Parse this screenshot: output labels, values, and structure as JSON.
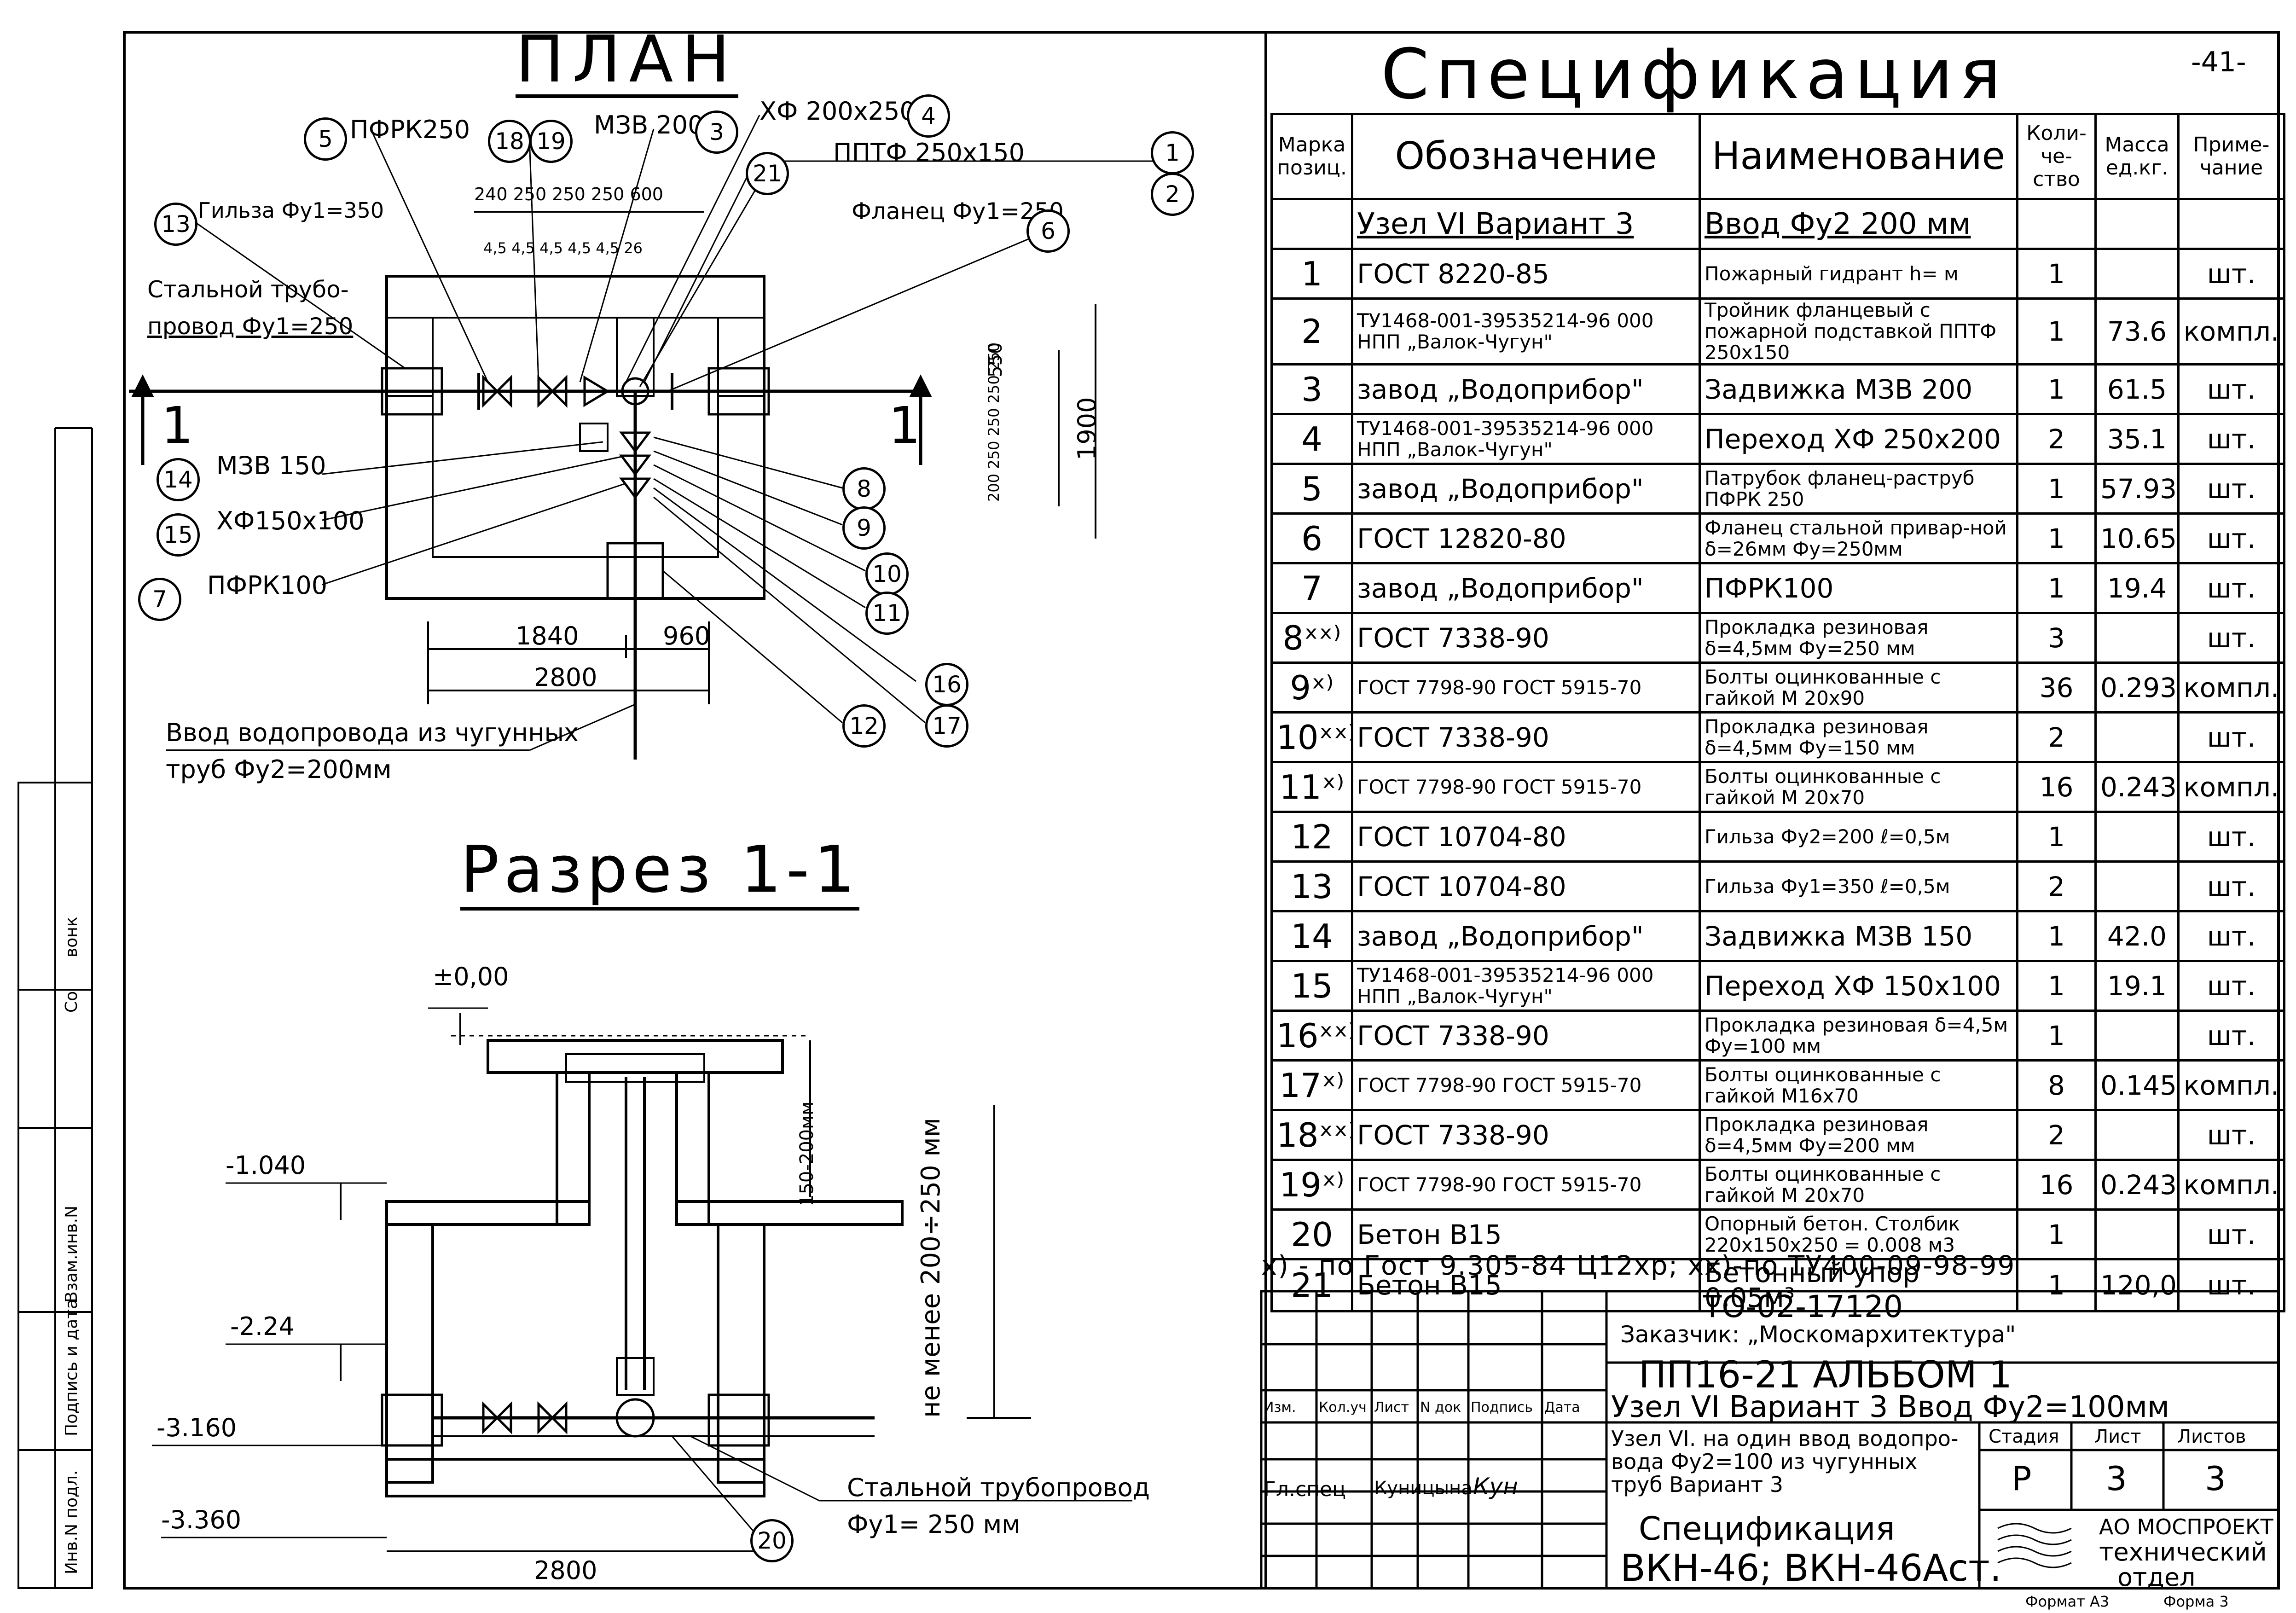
{
  "page_number": "-41-",
  "plan": {
    "title": "ПЛАН",
    "labels": {
      "pfrk250": "ПФРК250",
      "mzv200": "МЗВ 200",
      "hf200x250": "ХФ 200х250",
      "pptf": "ППТФ 250х150",
      "gilza": "Гильза Фу1=350",
      "flanec": "Фланец Фу1=250",
      "truba1": "Стальной трубо-",
      "truba2": "провод Фу1=250",
      "mzv150": "МЗВ 150",
      "hf150": "ХФ150х100",
      "pfrk100": "ПФРК100",
      "dims_top": "240 250 250 250 600",
      "dims_small": "4,5 4,5 4,5 4,5   4,5 26",
      "dim_1840": "1840",
      "dim_960": "960",
      "dim_2800": "2800",
      "dim_1900": "1900",
      "dim_550": "550",
      "dims_vert": "200 250 250 250 250",
      "vvod1": "Ввод водопровода из чугунных",
      "vvod2": "труб   Фу2=200мм",
      "section_mark": "1"
    }
  },
  "razrez": {
    "title": "Разрез 1-1",
    "labels": {
      "level0": "±0,00",
      "level1": "-1.040",
      "level2": "-2.24",
      "level3": "-3.160",
      "level4": "-3.360",
      "dim_150_200": "150-200мм",
      "ne_menee": "не менее 200÷250 мм",
      "dim_2800": "2800",
      "stal1": "Стальной трубопровод",
      "stal2": "Фу1= 250 мм"
    }
  },
  "spec": {
    "title": "Спецификация",
    "headers": {
      "marka": "Марка позиц.",
      "oboznach": "Обозначение",
      "naimen": "Наименование",
      "kol": "Коли-че-ство",
      "massa": "Масса ед.кг.",
      "prim": "Приме-чание"
    },
    "subheader": {
      "oboznach": "Узел VI  Вариант 3",
      "naimen": "Ввод Фу2 200 мм"
    },
    "rows": [
      {
        "pos": "1",
        "obozn": "ГОСТ 8220-85",
        "naim": "Пожарный гидрант h=     м",
        "kol": "1",
        "massa": "",
        "prim": "шт."
      },
      {
        "pos": "2",
        "obozn": "ТУ1468-001-39535214-96 000 НПП „Валок-Чугун\"",
        "naim": "Тройник фланцевый с пожарной подставкой ППТФ 250х150",
        "kol": "1",
        "massa": "73.6",
        "prim": "компл."
      },
      {
        "pos": "3",
        "obozn": "завод „Водоприбор\"",
        "naim": "Задвижка МЗВ 200",
        "kol": "1",
        "massa": "61.5",
        "prim": "шт."
      },
      {
        "pos": "4",
        "obozn": "ТУ1468-001-39535214-96 000 НПП „Валок-Чугун\"",
        "naim": "Переход ХФ 250х200",
        "kol": "2",
        "massa": "35.1",
        "prim": "шт."
      },
      {
        "pos": "5",
        "obozn": "завод „Водоприбор\"",
        "naim": "Патрубок фланец-раструб ПФРК 250",
        "kol": "1",
        "massa": "57.93",
        "prim": "шт."
      },
      {
        "pos": "6",
        "obozn": "ГОСТ 12820-80",
        "naim": "Фланец стальной привар-ной δ=26мм Фу=250мм",
        "kol": "1",
        "massa": "10.65",
        "prim": "шт."
      },
      {
        "pos": "7",
        "obozn": "завод „Водоприбор\"",
        "naim": "ПФРК100",
        "kol": "1",
        "massa": "19.4",
        "prim": "шт."
      },
      {
        "pos": "8ˣˣ⁾",
        "obozn": "ГОСТ 7338-90",
        "naim": "Прокладка резиновая δ=4,5мм  Фу=250 мм",
        "kol": "3",
        "massa": "",
        "prim": "шт."
      },
      {
        "pos": "9ˣ⁾",
        "obozn": "ГОСТ 7798-90 ГОСТ 5915-70",
        "naim": "Болты оцинкованные с гайкой  М 20х90",
        "kol": "36",
        "massa": "0.293",
        "prim": "компл."
      },
      {
        "pos": "10ˣˣ⁾",
        "obozn": "ГОСТ 7338-90",
        "naim": "Прокладка резиновая δ=4,5мм  Фу=150 мм",
        "kol": "2",
        "massa": "",
        "prim": "шт."
      },
      {
        "pos": "11ˣ⁾",
        "obozn": "ГОСТ 7798-90 ГОСТ 5915-70",
        "naim": "Болты оцинкованные с гайкой  М 20х70",
        "kol": "16",
        "massa": "0.243",
        "prim": "компл."
      },
      {
        "pos": "12",
        "obozn": "ГОСТ 10704-80",
        "naim": "Гильза Фу2=200  ℓ=0,5м",
        "kol": "1",
        "massa": "",
        "prim": "шт."
      },
      {
        "pos": "13",
        "obozn": "ГОСТ 10704-80",
        "naim": "Гильза Фу1=350  ℓ=0,5м",
        "kol": "2",
        "massa": "",
        "prim": "шт."
      },
      {
        "pos": "14",
        "obozn": "завод „Водоприбор\"",
        "naim": "Задвижка МЗВ 150",
        "kol": "1",
        "massa": "42.0",
        "prim": "шт."
      },
      {
        "pos": "15",
        "obozn": "ТУ1468-001-39535214-96 000 НПП „Валок-Чугун\"",
        "naim": "Переход ХФ 150х100",
        "kol": "1",
        "massa": "19.1",
        "prim": "шт."
      },
      {
        "pos": "16ˣˣ⁾",
        "obozn": "ГОСТ 7338-90",
        "naim": "Прокладка резиновая δ=4,5м   Фу=100 мм",
        "kol": "1",
        "massa": "",
        "prim": "шт."
      },
      {
        "pos": "17ˣ⁾",
        "obozn": "ГОСТ 7798-90 ГОСТ 5915-70",
        "naim": "Болты оцинкованные с гайкой  М16х70",
        "kol": "8",
        "massa": "0.145",
        "prim": "компл."
      },
      {
        "pos": "18ˣˣ⁾",
        "obozn": "ГОСТ 7338-90",
        "naim": "Прокладка резиновая δ=4,5мм  Фу=200 мм",
        "kol": "2",
        "massa": "",
        "prim": "шт."
      },
      {
        "pos": "19ˣ⁾",
        "obozn": "ГОСТ 7798-90 ГОСТ 5915-70",
        "naim": "Болты оцинкованные с гайкой  М 20х70",
        "kol": "16",
        "massa": "0.243",
        "prim": "компл."
      },
      {
        "pos": "20",
        "obozn": "Бетон  В15",
        "naim": "Опорный бетон. Столбик 220х150х250  = 0.008 м3",
        "kol": "1",
        "massa": "",
        "prim": "шт."
      },
      {
        "pos": "21",
        "obozn": "Бетон В15",
        "naim": "Бетонный упор 0,05м³",
        "kol": "1",
        "massa": "120,0",
        "prim": "шт."
      }
    ],
    "footnote": "х) - по Гост 9.305-84 Ц12хр;  хх)-по ТУ400-09-98-99"
  },
  "stamp": {
    "doc_code": "ТО-02-17120",
    "customer": "Заказчик: „Москомархитектура\"",
    "album": "ПП16-21   АЛЬБОМ 1",
    "node": "Узел VI  Вариант 3   Ввод Фу2=100мм",
    "desc": "Узел VI. на один ввод водопро-вода Фу2=100 из чугунных труб   Вариант 3",
    "stage_h": "Стадия",
    "sheet_h": "Лист",
    "sheets_h": "Листов",
    "stage": "Р",
    "sheet": "3",
    "sheets": "3",
    "cols": [
      "Изм.",
      "Кол.уч",
      "Лист",
      "N док",
      "Подпись",
      "Дата"
    ],
    "gl_spec": "Гл.спец",
    "author": "Куницына",
    "signature": "Кун",
    "spec_title": "Спецификация",
    "spec_code": "ВКН-46; ВКН-46Аст.",
    "org1": "АО МОСПРОЕКТ",
    "org2": "технический",
    "org3": "отдел",
    "format1": "Формат А3",
    "format2": "Форма 3"
  },
  "side": {
    "inv_podl": "Инв.N подл.",
    "podpis_data": "Подпись и дата",
    "vzam": "Взам.инв.N",
    "co": "Со",
    "vonk": "вонк"
  }
}
